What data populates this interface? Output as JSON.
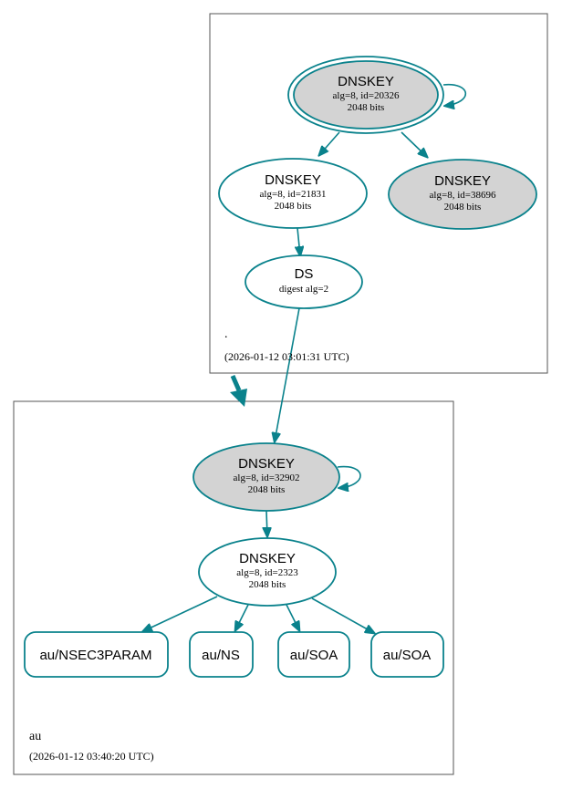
{
  "colors": {
    "edge": "#0a828c",
    "sep_fill": "#d3d3d3",
    "plain_fill": "#ffffff",
    "zone_border": "#555555"
  },
  "zones": {
    "root": {
      "label": ".",
      "timestamp": "(2026-01-12 03:01:31 UTC)"
    },
    "au": {
      "label": "au",
      "timestamp": "(2026-01-12 03:40:20 UTC)"
    }
  },
  "nodes": {
    "root_ksk": {
      "type": "DNSKEY",
      "line1": "alg=8, id=20326",
      "line2": "2048 bits"
    },
    "root_zsk": {
      "type": "DNSKEY",
      "line1": "alg=8, id=21831",
      "line2": "2048 bits"
    },
    "root_key3": {
      "type": "DNSKEY",
      "line1": "alg=8, id=38696",
      "line2": "2048 bits"
    },
    "ds": {
      "type": "DS",
      "line1": "digest alg=2"
    },
    "au_ksk": {
      "type": "DNSKEY",
      "line1": "alg=8, id=32902",
      "line2": "2048 bits"
    },
    "au_zsk": {
      "type": "DNSKEY",
      "line1": "alg=8, id=2323",
      "line2": "2048 bits"
    }
  },
  "rrsets": [
    "au/NSEC3PARAM",
    "au/NS",
    "au/SOA",
    "au/SOA"
  ]
}
